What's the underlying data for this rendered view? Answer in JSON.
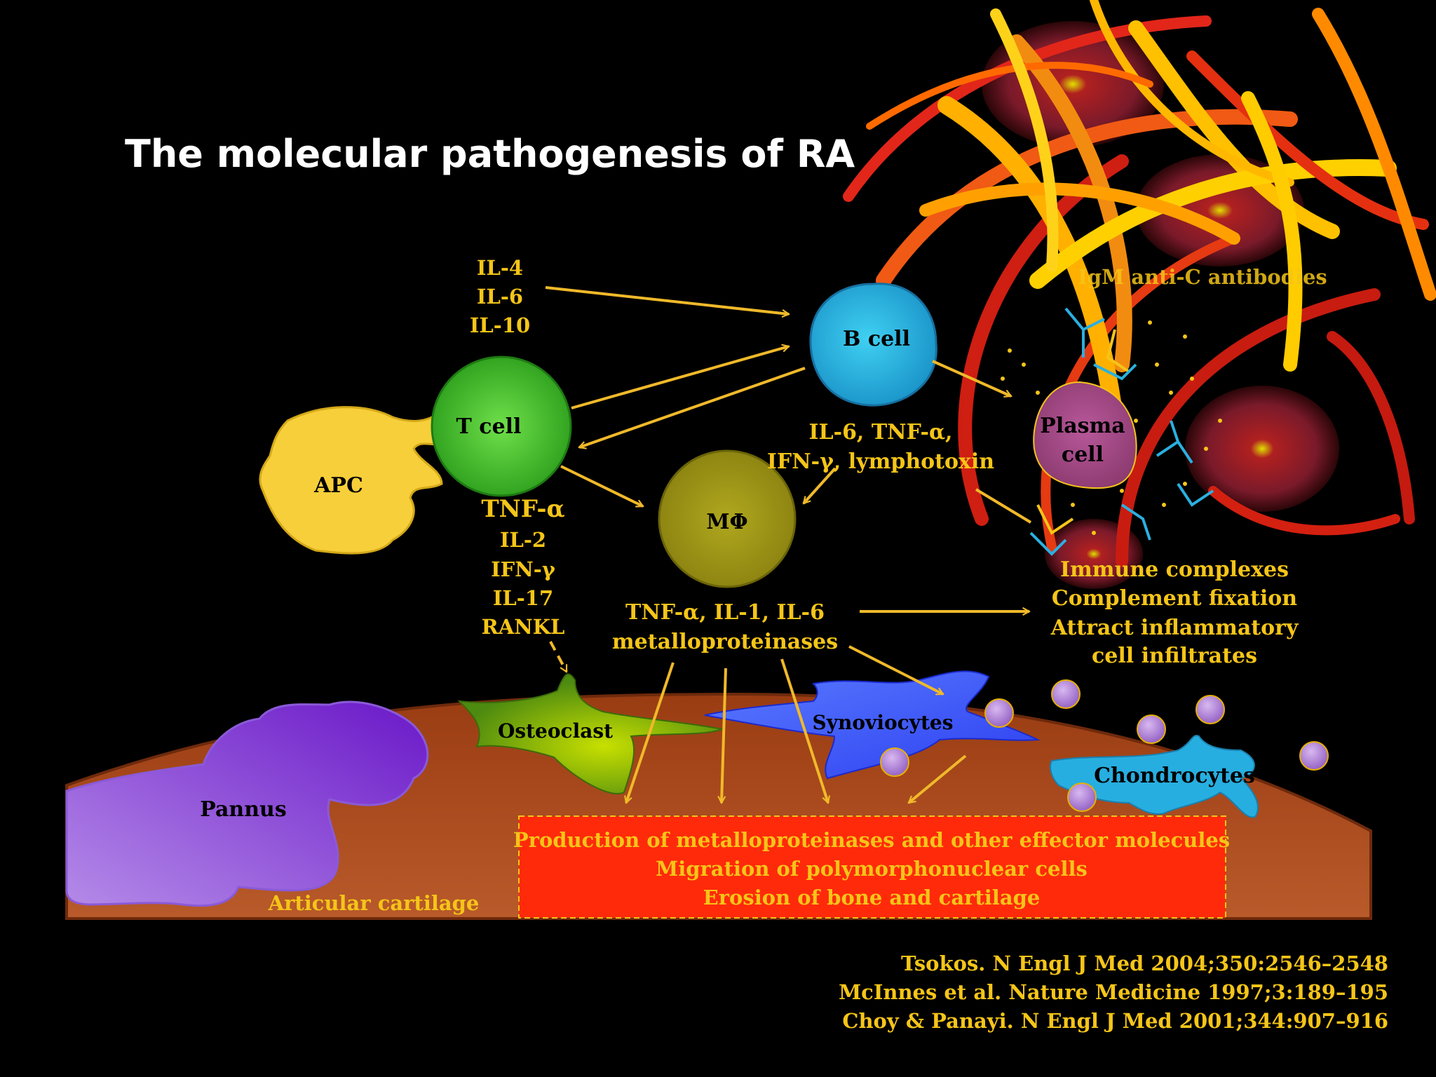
{
  "title": "The molecular pathogenesis of RA",
  "colors": {
    "background": "#000000",
    "label": "#f5c518",
    "arrow": "#f0b92a",
    "apc": "#f7cf3a",
    "t_cell": "#3fbf2a",
    "b_cell": "#27b6dc",
    "macrophage": "#a39a16",
    "plasma_cell": "#a0467e",
    "pannus": "#7a2fd0",
    "cartilage": "#8a3a16",
    "effect_box": "#ff2a0a"
  },
  "cells": {
    "apc": "APC",
    "t_cell": "T cell",
    "b_cell": "B cell",
    "macrophage": "MΦ",
    "plasma_cell": [
      "Plasma",
      "cell"
    ],
    "osteoclast": "Osteoclast",
    "synoviocytes": "Synoviocytes",
    "chondrocytes": "Chondrocytes",
    "pannus": "Pannus"
  },
  "cytokines": {
    "t_to_b": [
      "IL-4",
      "IL-6",
      "IL-10"
    ],
    "b_output": [
      "IL-6, TNF-α,",
      "IFN-γ, lymphotoxin"
    ],
    "t_output": [
      "TNF-α",
      "IL-2",
      "IFN-γ",
      "IL-17",
      "RANKL"
    ],
    "macrophage_output": [
      "TNF-α, IL-1, IL-6",
      "metalloproteinases"
    ]
  },
  "plasma_output": "IgM anti-C antibodies",
  "plasma_effects": [
    "Immune complexes",
    "Complement fixation",
    "Attract inflammatory",
    "cell infiltrates"
  ],
  "cartilage_label": "Articular cartilage",
  "effects": [
    "Production of metalloproteinases and other effector molecules",
    "Migration of polymorphonuclear cells",
    "Erosion of bone and cartilage"
  ],
  "references": [
    "Tsokos. N Engl J Med 2004;350:2546–2548",
    "McInnes et al. Nature Medicine 1997;3:189–195",
    "Choy & Panayi. N Engl J Med 2001;344:907–916"
  ]
}
